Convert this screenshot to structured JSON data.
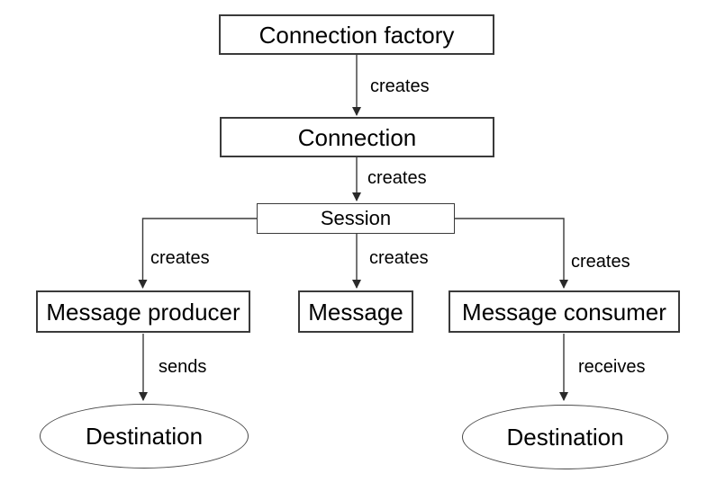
{
  "diagram": {
    "nodes": {
      "connection_factory": {
        "label": "Connection factory",
        "shape": "rect"
      },
      "connection": {
        "label": "Connection",
        "shape": "rect"
      },
      "session": {
        "label": "Session",
        "shape": "rect"
      },
      "message_producer": {
        "label": "Message producer",
        "shape": "rect"
      },
      "message": {
        "label": "Message",
        "shape": "rect"
      },
      "message_consumer": {
        "label": "Message consumer",
        "shape": "rect"
      },
      "destination_producer": {
        "label": "Destination",
        "shape": "ellipse"
      },
      "destination_consumer": {
        "label": "Destination",
        "shape": "ellipse"
      }
    },
    "edges": {
      "factory_creates_connection": {
        "from": "connection_factory",
        "to": "connection",
        "label": "creates"
      },
      "connection_creates_session": {
        "from": "connection",
        "to": "session",
        "label": "creates"
      },
      "session_creates_producer": {
        "from": "session",
        "to": "message_producer",
        "label": "creates"
      },
      "session_creates_message": {
        "from": "session",
        "to": "message",
        "label": "creates"
      },
      "session_creates_consumer": {
        "from": "session",
        "to": "message_consumer",
        "label": "creates"
      },
      "producer_sends_destination": {
        "from": "message_producer",
        "to": "destination_producer",
        "label": "sends"
      },
      "consumer_receives_destination": {
        "from": "message_consumer",
        "to": "destination_consumer",
        "label": "receives"
      }
    },
    "colors": {
      "background": "#ffffff",
      "node_border": "#3a3a3a",
      "line": "#3a3a3a",
      "text": "#000000"
    }
  }
}
